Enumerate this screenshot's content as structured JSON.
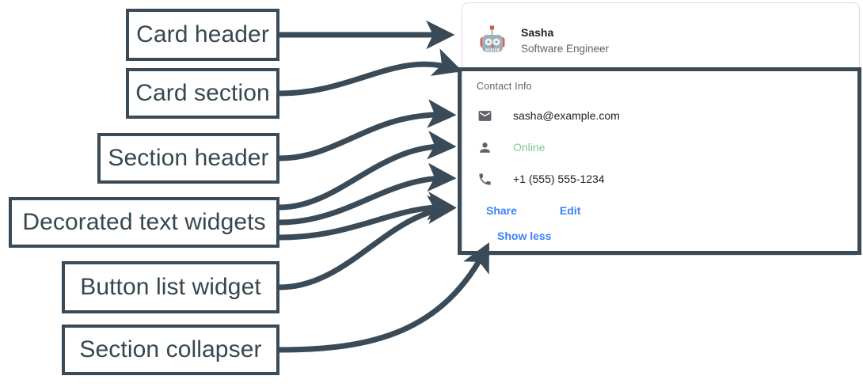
{
  "annotations": [
    {
      "id": "card-header",
      "label": "Card header"
    },
    {
      "id": "card-section",
      "label": "Card section"
    },
    {
      "id": "section-header",
      "label": "Section header"
    },
    {
      "id": "decorated-text",
      "label": "Decorated text widgets"
    },
    {
      "id": "button-list",
      "label": "Button list widget"
    },
    {
      "id": "section-collapser",
      "label": "Section collapser"
    }
  ],
  "card": {
    "header": {
      "avatar_icon": "robot-avatar-icon",
      "title": "Sasha",
      "subtitle": "Software Engineer"
    },
    "section": {
      "header": "Contact Info",
      "rows": [
        {
          "icon": "email-icon",
          "text": "sasha@example.com",
          "color": "#202124"
        },
        {
          "icon": "person-icon",
          "text": "Online",
          "color": "#81c995"
        },
        {
          "icon": "phone-icon",
          "text": "+1 (555) 555-1234",
          "color": "#202124"
        }
      ],
      "buttons": [
        {
          "label": "Share"
        },
        {
          "label": "Edit"
        }
      ],
      "collapser": {
        "label": "Show less"
      }
    }
  },
  "colors": {
    "annotation_stroke": "#3a4a57",
    "annotation_text": "#37474f",
    "card_border": "#dadce0",
    "link_blue": "#3b82f6",
    "status_green": "#81c995",
    "muted_gray": "#5f6368",
    "primary_text": "#202124"
  }
}
